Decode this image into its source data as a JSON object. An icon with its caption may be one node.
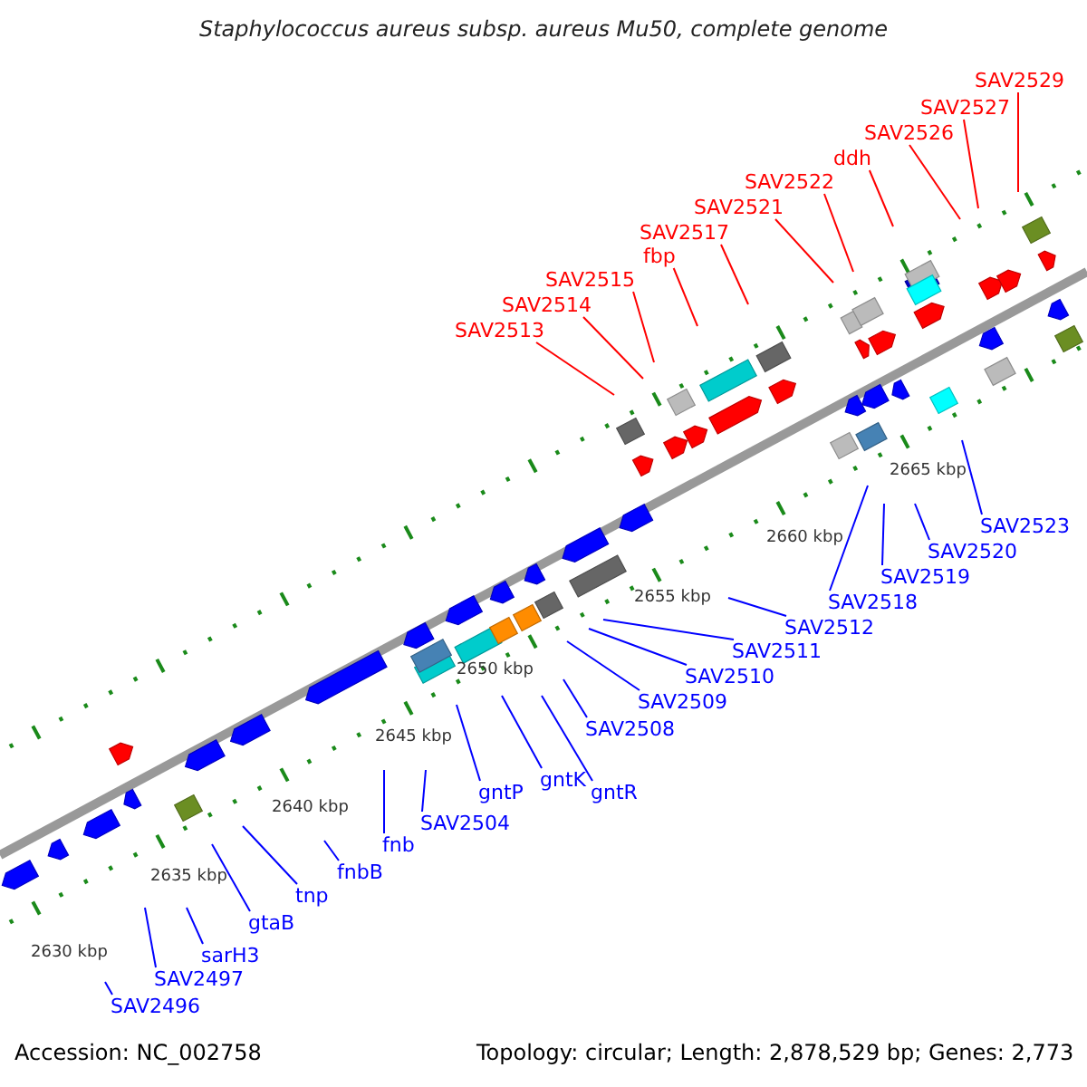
{
  "diagram": {
    "title": "Staphylococcus aureus subsp. aureus Mu50, complete genome",
    "nodes": [
      {
        "text": [
          "SAV2529"
        ]
      },
      {
        "text": [
          "SAV2527"
        ]
      },
      {
        "text": [
          "SAV2526"
        ]
      },
      {
        "text": [
          "ddh"
        ]
      },
      {
        "text": [
          "SAV2522"
        ]
      },
      {
        "text": [
          "SAV2521"
        ]
      },
      {
        "text": [
          "SAV2517"
        ]
      },
      {
        "text": [
          "fbp"
        ]
      },
      {
        "text": [
          "SAV2515"
        ]
      },
      {
        "text": [
          "SAV2514"
        ]
      },
      {
        "text": [
          "SAV2513"
        ]
      },
      {
        "text": [
          "SAV2523"
        ]
      },
      {
        "text": [
          "SAV2520"
        ]
      },
      {
        "text": [
          "SAV2519"
        ]
      },
      {
        "text": [
          "SAV2518"
        ]
      },
      {
        "text": [
          "SAV2512"
        ]
      },
      {
        "text": [
          "SAV2511"
        ]
      },
      {
        "text": [
          "SAV2510"
        ]
      },
      {
        "text": [
          "SAV2509"
        ]
      },
      {
        "text": [
          "SAV2508"
        ]
      },
      {
        "text": [
          "gntK"
        ]
      },
      {
        "text": [
          "gntR"
        ]
      },
      {
        "text": [
          "gntP"
        ]
      },
      {
        "text": [
          "SAV2504"
        ]
      },
      {
        "text": [
          "fnb"
        ]
      },
      {
        "text": [
          "fnbB"
        ]
      },
      {
        "text": [
          "tnp"
        ]
      },
      {
        "text": [
          "gtaB"
        ]
      },
      {
        "text": [
          "sarH3"
        ]
      },
      {
        "text": [
          "SAV2497"
        ]
      },
      {
        "text": [
          "SAV2496"
        ]
      }
    ],
    "edges": [
      {
        "from": 0,
        "to": null,
        "arrow": "none",
        "color": "#ff0000"
      },
      {
        "from": 1,
        "to": null,
        "arrow": "none",
        "color": "#ff0000"
      },
      {
        "from": 2,
        "to": null,
        "arrow": "none",
        "color": "#ff0000"
      },
      {
        "from": 3,
        "to": null,
        "arrow": "none",
        "color": "#ff0000"
      },
      {
        "from": 4,
        "to": null,
        "arrow": "none",
        "color": "#ff0000"
      },
      {
        "from": 5,
        "to": null,
        "arrow": "none",
        "color": "#ff0000"
      },
      {
        "from": 6,
        "to": null,
        "arrow": "none",
        "color": "#ff0000"
      },
      {
        "from": 7,
        "to": null,
        "arrow": "none",
        "color": "#ff0000"
      },
      {
        "from": 8,
        "to": null,
        "arrow": "none",
        "color": "#ff0000"
      },
      {
        "from": 9,
        "to": null,
        "arrow": "none",
        "color": "#ff0000"
      },
      {
        "from": 10,
        "to": null,
        "arrow": "none",
        "color": "#ff0000"
      },
      {
        "from": 11,
        "to": null,
        "arrow": "none"
      },
      {
        "from": 12,
        "to": null,
        "arrow": "none"
      },
      {
        "from": 13,
        "to": null,
        "arrow": "none"
      },
      {
        "from": 14,
        "to": null,
        "arrow": "none"
      },
      {
        "from": 15,
        "to": null,
        "arrow": "none"
      },
      {
        "from": 16,
        "to": null,
        "arrow": "none"
      },
      {
        "from": 17,
        "to": null,
        "arrow": "none"
      },
      {
        "from": 18,
        "to": null,
        "arrow": "none"
      },
      {
        "from": 19,
        "to": null,
        "arrow": "none"
      },
      {
        "from": 20,
        "to": null,
        "arrow": "none"
      },
      {
        "from": 21,
        "to": null,
        "arrow": "none"
      },
      {
        "from": 22,
        "to": null,
        "arrow": "none"
      },
      {
        "from": 23,
        "to": null,
        "arrow": "none"
      },
      {
        "from": 24,
        "to": null,
        "arrow": "none"
      },
      {
        "from": 25,
        "to": null,
        "arrow": "none"
      },
      {
        "from": 26,
        "to": null,
        "arrow": "none"
      },
      {
        "from": 27,
        "to": null,
        "arrow": "none"
      },
      {
        "from": 28,
        "to": null,
        "arrow": "none"
      },
      {
        "from": 29,
        "to": null,
        "arrow": "none"
      },
      {
        "from": 30,
        "to": null,
        "arrow": "none"
      }
    ],
    "labels": [
      "2665 kbp",
      "2660 kbp",
      "2655 kbp",
      "2650 kbp",
      "2645 kbp",
      "2640 kbp",
      "2635 kbp",
      "2630 kbp",
      "Accession: NC_002758",
      "Topology: circular; Length: 2,878,529 bp; Genes: 2,773"
    ]
  }
}
